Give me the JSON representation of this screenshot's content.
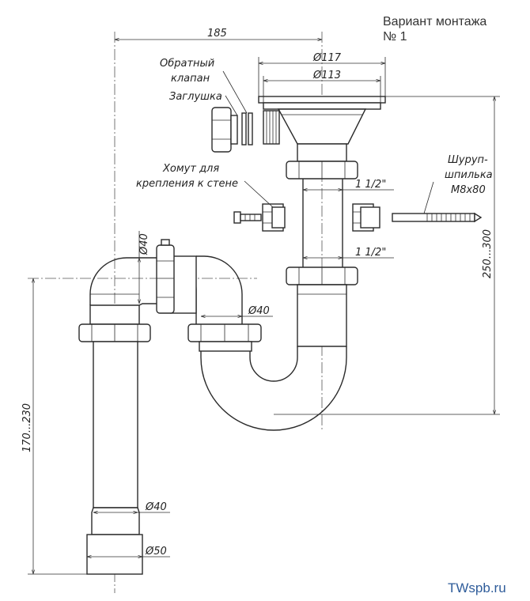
{
  "title": {
    "line1": "Вариант монтажа",
    "line2": "№ 1"
  },
  "labels": {
    "check_valve": [
      "Обратный",
      "клапан"
    ],
    "plug": "Заглушка",
    "wall_clamp": [
      "Хомут для",
      "крепления к стене"
    ],
    "screw": [
      "Шуруп-",
      "шпилька",
      "М8х80"
    ]
  },
  "dimensions": {
    "width_185": "185",
    "d117": "Ø117",
    "d113": "Ø113",
    "thread_upper": "1 1/2\"",
    "thread_lower": "1 1/2\"",
    "height_250_300": "250...300",
    "d40_top": "Ø40",
    "d40_mid": "Ø40",
    "height_170_230": "170...230",
    "d40_bottom": "Ø40",
    "d50": "Ø50"
  },
  "brand": "TWspb.ru"
}
